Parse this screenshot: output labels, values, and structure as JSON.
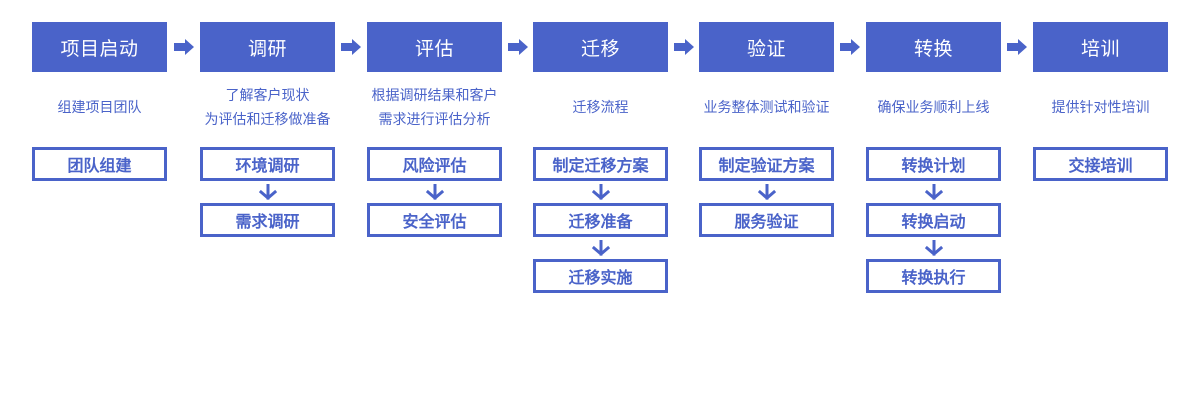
{
  "colors": {
    "accent": "#4a63c9",
    "background": "#ffffff"
  },
  "phases": [
    {
      "id": "launch",
      "title": "项目启动",
      "desc": [
        "组建项目团队"
      ],
      "steps": [
        "团队组建"
      ]
    },
    {
      "id": "research",
      "title": "调研",
      "desc": [
        "了解客户现状",
        "为评估和迁移做准备"
      ],
      "steps": [
        "环境调研",
        "需求调研"
      ]
    },
    {
      "id": "assess",
      "title": "评估",
      "desc": [
        "根据调研结果和客户",
        "需求进行评估分析"
      ],
      "steps": [
        "风险评估",
        "安全评估"
      ]
    },
    {
      "id": "migrate",
      "title": "迁移",
      "desc": [
        "迁移流程"
      ],
      "steps": [
        "制定迁移方案",
        "迁移准备",
        "迁移实施"
      ]
    },
    {
      "id": "verify",
      "title": "验证",
      "desc": [
        "业务整体测试和验证"
      ],
      "steps": [
        "制定验证方案",
        "服务验证"
      ]
    },
    {
      "id": "switch",
      "title": "转换",
      "desc": [
        "确保业务顺利上线"
      ],
      "steps": [
        "转换计划",
        "转换启动",
        "转换执行"
      ]
    },
    {
      "id": "training",
      "title": "培训",
      "desc": [
        "提供针对性培训"
      ],
      "steps": [
        "交接培训"
      ]
    }
  ]
}
